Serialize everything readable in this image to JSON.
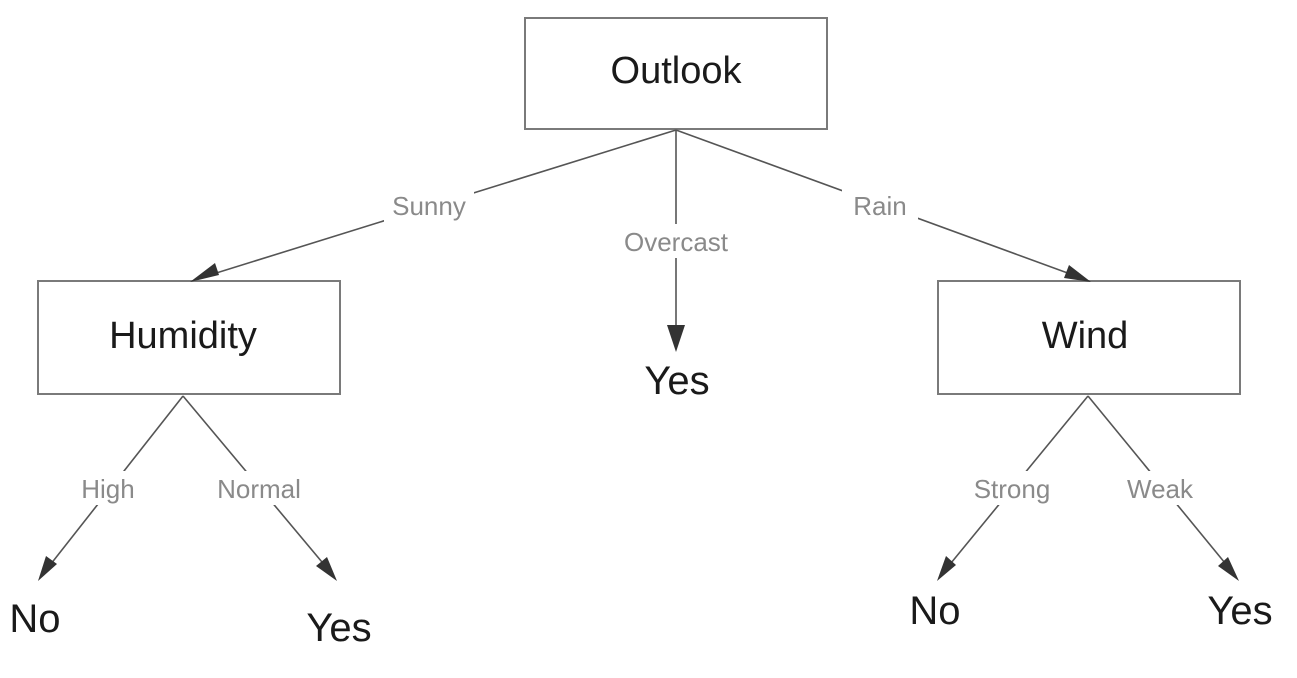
{
  "diagram": {
    "nodes": {
      "outlook": "Outlook",
      "humidity": "Humidity",
      "wind": "Wind"
    },
    "leaves": {
      "overcast_result": "Yes",
      "high_result": "No",
      "normal_result": "Yes",
      "strong_result": "No",
      "weak_result": "Yes"
    },
    "edges": {
      "sunny": "Sunny",
      "overcast": "Overcast",
      "rain": "Rain",
      "high": "High",
      "normal": "Normal",
      "strong": "Strong",
      "weak": "Weak"
    }
  }
}
